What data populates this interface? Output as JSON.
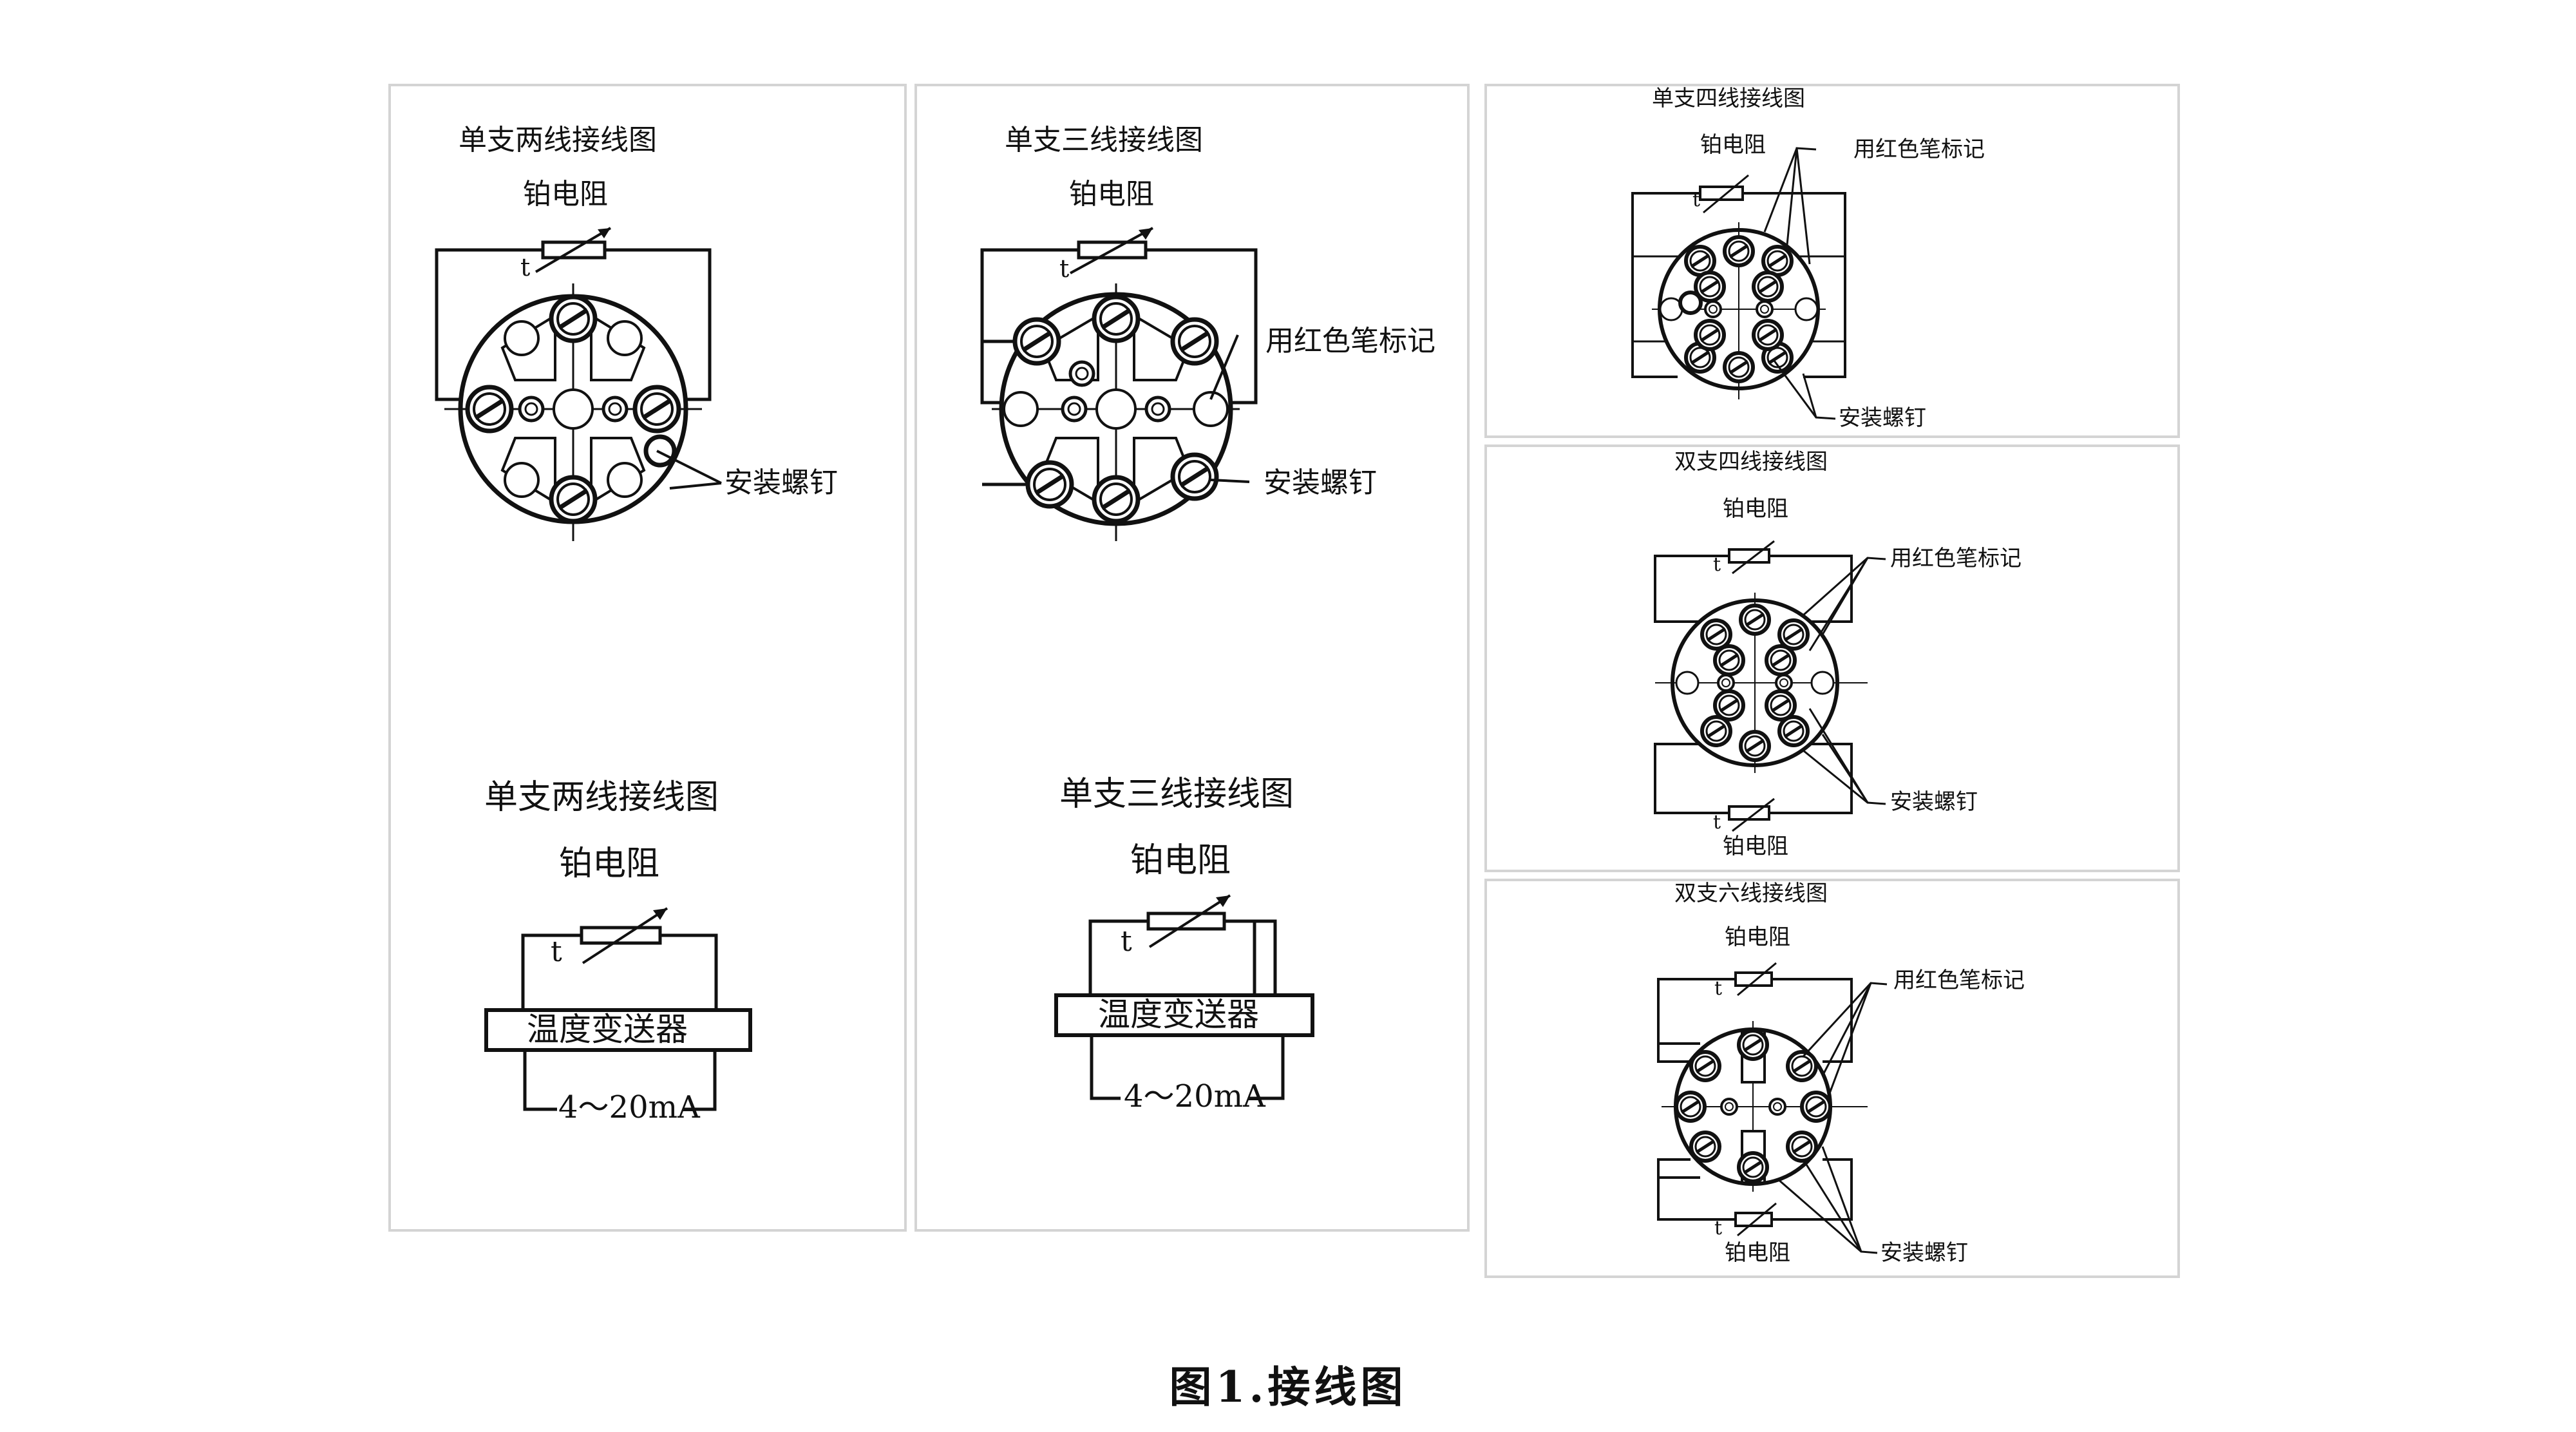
{
  "colors": {
    "line": "#111111",
    "panel_border": "#d4d4d4",
    "background": "#ffffff"
  },
  "panel_1": {
    "title_top": "单支两线接线图",
    "resistor_top": "铂电阻",
    "t_top": "t",
    "screw": "安装螺钉",
    "title_bottom": "单支两线接线图",
    "resistor_bottom": "铂电阻",
    "t_bottom": "t",
    "transmitter": "温度变送器",
    "current": "4～20mA"
  },
  "panel_2": {
    "title_top": "单支三线接线图",
    "resistor_top": "铂电阻",
    "t_top": "t",
    "red_mark": "用红色笔标记",
    "screw": "安装螺钉",
    "title_bottom": "单支三线接线图",
    "resistor_bottom": "铂电阻",
    "t_bottom": "t",
    "transmitter": "温度变送器",
    "current": "4～20mA"
  },
  "panel_3": {
    "title": "单支四线接线图",
    "resistor": "铂电阻",
    "t": "t",
    "red_mark": "用红色笔标记",
    "screw": "安装螺钉"
  },
  "panel_4": {
    "title": "双支四线接线图",
    "resistor_top": "铂电阻",
    "t_top": "t",
    "red_mark": "用红色笔标记",
    "screw": "安装螺钉",
    "t_bottom": "t",
    "resistor_bottom": "铂电阻"
  },
  "panel_5": {
    "title": "双支六线接线图",
    "resistor_top": "铂电阻",
    "t_top": "t",
    "red_mark": "用红色笔标记",
    "t_bottom": "t",
    "resistor_bottom": "铂电阻",
    "screw": "安装螺钉"
  },
  "caption": "图1.接线图"
}
